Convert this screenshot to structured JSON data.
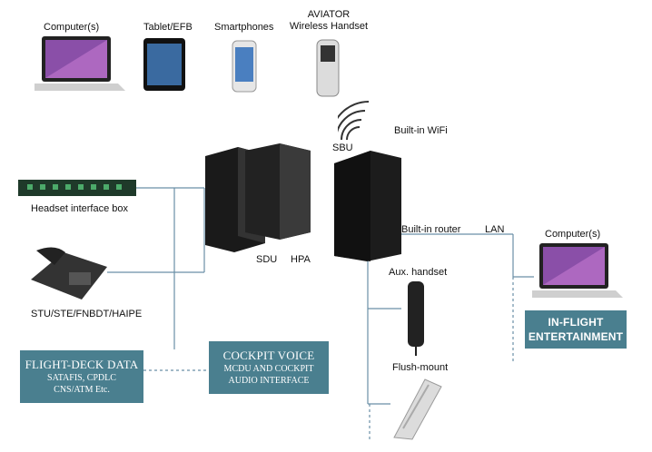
{
  "devices": {
    "computer_top": "Computer(s)",
    "tablet": "Tablet/EFB",
    "smartphones": "Smartphones",
    "aviator_line1": "AVIATOR",
    "aviator_line2": "Wireless Handset",
    "wifi": "Built-in WiFi",
    "sbu": "SBU",
    "sdu": "SDU",
    "hpa": "HPA",
    "headset_box": "Headset interface box",
    "stu": "STU/STE/FNBDT/HAIPE",
    "router": "Built-in router",
    "lan": "LAN",
    "computer_right": "Computer(s)",
    "aux_handset": "Aux. handset",
    "flush_mount": "Flush-mount"
  },
  "boxes": {
    "flight_deck_title": "FLIGHT-DECK DATA",
    "flight_deck_line1": "SATAFIS, CPDLC",
    "flight_deck_line2": "CNS/ATM Etc.",
    "cockpit_title": "COCKPIT VOICE",
    "cockpit_line1": "MCDU AND COCKPIT",
    "cockpit_line2": "AUDIO INTERFACE",
    "ife_line1": "IN-FLIGHT",
    "ife_line2": "ENTERTAINMENT"
  },
  "colors": {
    "box": "#4a7f8f",
    "wire": "#6a8fa6"
  }
}
